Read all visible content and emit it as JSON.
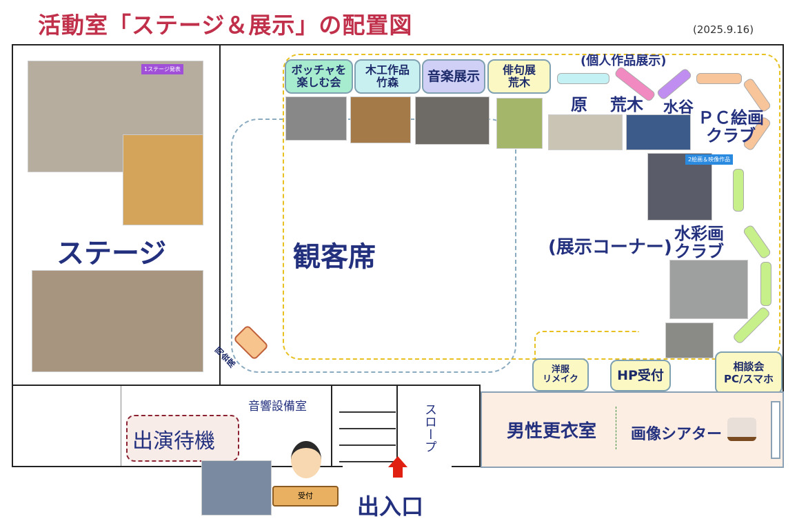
{
  "title": "活動室「ステージ＆展示」の配置図",
  "date": "(2025.9.16)",
  "areas": {
    "stage": "ステージ",
    "audience": "観客席",
    "exhibit_corner": "(展示コーナー)",
    "sound_room": "音響設備室",
    "waiting": "出演待機",
    "slope": "スロープ",
    "entrance": "出入口",
    "mc_seat": "司会席",
    "mens_room": "男性更衣室",
    "theater": "画像シアター"
  },
  "exhibits": [
    {
      "label": "ボッチャを\n楽しむ会"
    },
    {
      "label": "木工作品\n竹森"
    },
    {
      "label": "音楽展示"
    },
    {
      "label": "俳句展\n荒木"
    }
  ],
  "individual": {
    "heading": "(個人作品展示)",
    "names": [
      "原",
      "荒木",
      "水谷"
    ]
  },
  "clubs": {
    "pc": "ＰＣ絵画\nクラブ",
    "watercolor": "水彩画\nクラブ"
  },
  "desks": {
    "remake": "洋服\nリメイク",
    "hp": "HP受付",
    "consult": "相談会\nPC/スマホ",
    "reception": "受付"
  },
  "photo_tags": {
    "stage": "1ステージ発表",
    "paintings": "2絵画＆映像作品"
  }
}
